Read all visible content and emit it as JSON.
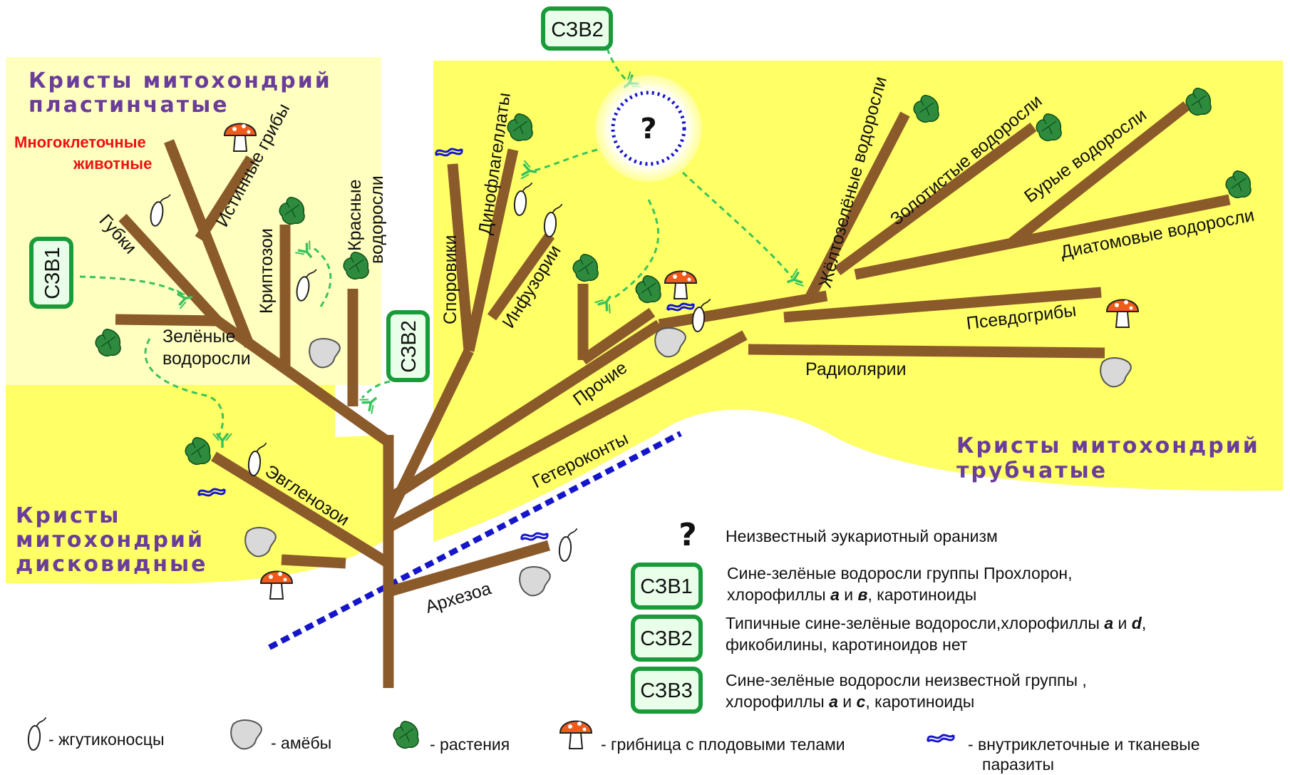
{
  "zones": {
    "lamellar": [
      "Кристы митохондрий",
      "пластинчатые"
    ],
    "discoid": [
      "Кристы",
      "митохондрий",
      "дисковидные"
    ],
    "tubular": [
      "Кристы митохондрий",
      "трубчатые"
    ]
  },
  "groups": {
    "multicellular_animals": [
      "Многоклеточные",
      "животные"
    ],
    "true_fungi": "Истинные грибы",
    "sponges": "Губки",
    "cryptophytes": "Криптозои",
    "red_algae": [
      "Красные",
      "водоросли"
    ],
    "green_algae": [
      "Зелёные",
      "водоросли"
    ],
    "euglenozoa": "Эвгленозои",
    "sporozoa": "Споровики",
    "dinoflagellates": "Динофлагеллаты",
    "ciliates": "Инфузории",
    "others": "Прочие",
    "heterokonts": "Гетероконты",
    "archezoa": "Архезоа",
    "yellow_green_algae": "Жёлтозелёные водоросли",
    "golden_algae": "Золотистые водоросли",
    "brown_algae": "Бурые водоросли",
    "diatoms": "Диатомовые водоросли",
    "pseudofungi": "Псевдогрибы",
    "radiolarians": "Радиолярии"
  },
  "symbionts": {
    "szv1": "СЗВ1",
    "szv2": "СЗВ2",
    "szv3": "СЗВ3",
    "unknown": "?"
  },
  "legend_right": {
    "unknown_text": "Неизвестный эукариотный оранизм",
    "szv1_line1": "Сине-зелёные водоросли группы Прохлорон,",
    "szv1_line2_a": "хлорофиллы ",
    "szv1_line2_b": "а",
    "szv1_line2_c": " и ",
    "szv1_line2_d": "в",
    "szv1_line2_e": ", каротиноиды",
    "szv2_line1_a": "Типичные сине-зелёные водоросли,хлорофиллы ",
    "szv2_line1_b": "а",
    "szv2_line1_c": " и ",
    "szv2_line1_d": "d",
    "szv2_line1_e": ",",
    "szv2_line2": "фикобилины, каротиноидов нет",
    "szv3_line1": "Сине-зелёные водоросли неизвестной группы ,",
    "szv3_line2_a": "хлорофиллы ",
    "szv3_line2_b": "а",
    "szv3_line2_c": " и ",
    "szv3_line2_d": "с",
    "szv3_line2_e": ", каротиноиды"
  },
  "legend_bottom": {
    "flagellates": "- жгутиконосцы",
    "amoebae": "- амёбы",
    "plants": "- растения",
    "mycelium": "- грибница с плодовыми телами",
    "parasites_1": "- внутриклеточные и тканевые",
    "parasites_2": "паразиты"
  },
  "colors": {
    "branch": "#8b5a2b",
    "zone_lamellar": "#ffffc0",
    "zone_yellow": "#ffff66",
    "symbiont_box": "#1a9b3a",
    "zone_title": "#6a3d9a",
    "dashed_arrow": "#39c35c",
    "boundary": "#1515cc"
  }
}
